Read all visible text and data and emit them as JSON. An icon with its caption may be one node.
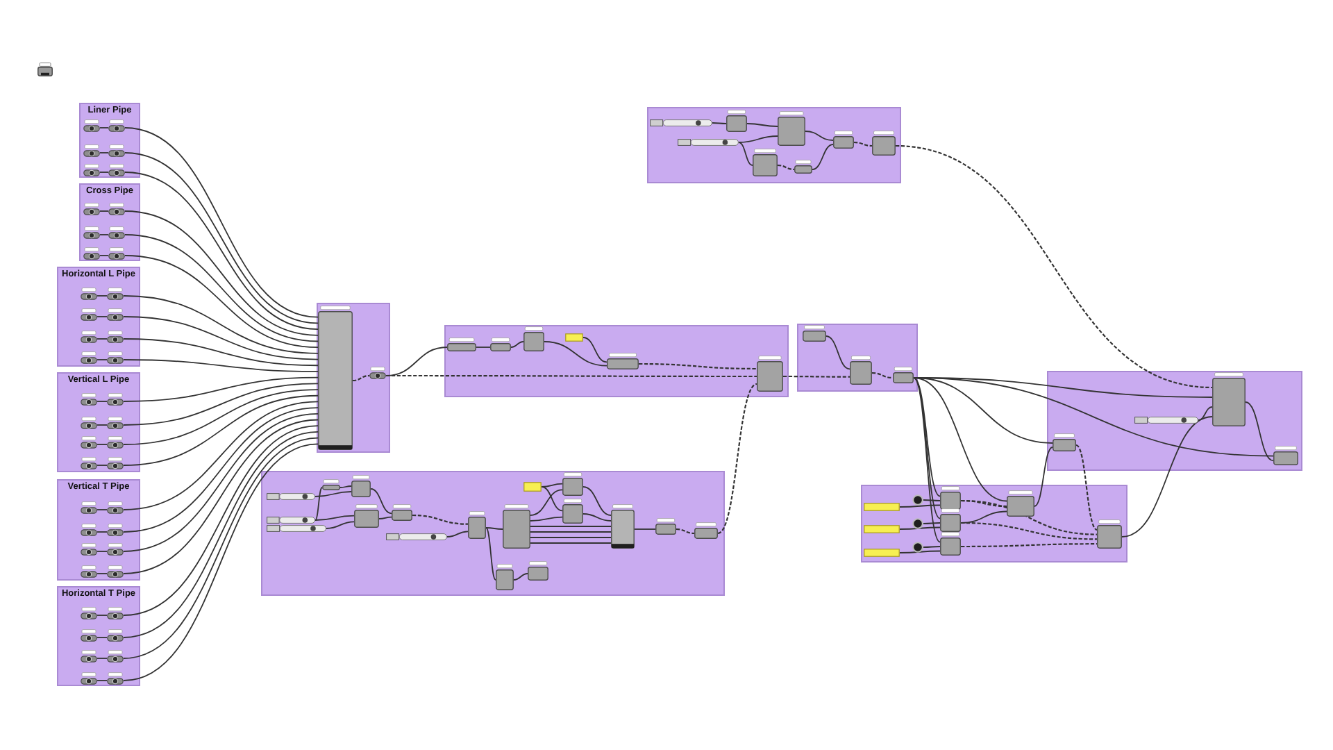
{
  "diagram": {
    "nodes": [
      {
        "text": [
          "Liner Pipe"
        ]
      },
      {
        "text": [],
        "shape": "box",
        "in": 0
      },
      {
        "text": [],
        "shape": "box",
        "in": 0
      },
      {
        "text": [],
        "shape": "box",
        "in": 0
      },
      {
        "text": [],
        "shape": "box",
        "in": 0
      },
      {
        "text": [],
        "shape": "box",
        "in": 0
      },
      {
        "text": [],
        "shape": "box",
        "in": 0
      },
      {
        "text": [
          "Cross Pipe"
        ]
      },
      {
        "text": [],
        "shape": "box",
        "in": 7
      },
      {
        "text": [],
        "shape": "box",
        "in": 7
      },
      {
        "text": [],
        "shape": "box",
        "in": 7
      },
      {
        "text": [],
        "shape": "box",
        "in": 7
      },
      {
        "text": [],
        "shape": "box",
        "in": 7
      },
      {
        "text": [],
        "shape": "box",
        "in": 7
      },
      {
        "text": [
          "Horizontal L Pipe"
        ]
      },
      {
        "text": [],
        "shape": "box",
        "in": 14
      },
      {
        "text": [],
        "shape": "box",
        "in": 14
      },
      {
        "text": [],
        "shape": "box",
        "in": 14
      },
      {
        "text": [],
        "shape": "box",
        "in": 14
      },
      {
        "text": [],
        "shape": "box",
        "in": 14
      },
      {
        "text": [],
        "shape": "box",
        "in": 14
      },
      {
        "text": [],
        "shape": "box",
        "in": 14
      },
      {
        "text": [],
        "shape": "box",
        "in": 14
      },
      {
        "text": [
          "Vertical L Pipe"
        ]
      },
      {
        "text": [],
        "shape": "box",
        "in": 23
      },
      {
        "text": [],
        "shape": "box",
        "in": 23
      },
      {
        "text": [],
        "shape": "box",
        "in": 23
      },
      {
        "text": [],
        "shape": "box",
        "in": 23
      },
      {
        "text": [],
        "shape": "box",
        "in": 23
      },
      {
        "text": [],
        "shape": "box",
        "in": 23
      },
      {
        "text": [],
        "shape": "box",
        "in": 23
      },
      {
        "text": [],
        "shape": "box",
        "in": 23
      },
      {
        "text": [
          "Vertical T Pipe"
        ]
      },
      {
        "text": [],
        "shape": "box",
        "in": 32
      },
      {
        "text": [],
        "shape": "box",
        "in": 32
      },
      {
        "text": [],
        "shape": "box",
        "in": 32
      },
      {
        "text": [],
        "shape": "box",
        "in": 32
      },
      {
        "text": [],
        "shape": "box",
        "in": 32
      },
      {
        "text": [],
        "shape": "box",
        "in": 32
      },
      {
        "text": [],
        "shape": "box",
        "in": 32
      },
      {
        "text": [],
        "shape": "box",
        "in": 32
      },
      {
        "text": [
          "Horizontal T Pipe"
        ]
      },
      {
        "text": [],
        "shape": "box",
        "in": 41
      },
      {
        "text": [],
        "shape": "box",
        "in": 41
      },
      {
        "text": [],
        "shape": "box",
        "in": 41
      },
      {
        "text": [],
        "shape": "box",
        "in": 41
      },
      {
        "text": [],
        "shape": "box",
        "in": 41
      },
      {
        "text": [],
        "shape": "box",
        "in": 41
      },
      {
        "text": [],
        "shape": "box",
        "in": 41
      },
      {
        "text": [],
        "shape": "box",
        "in": 41
      },
      {
        "text": [],
        "shape": "box"
      },
      {
        "text": [],
        "shape": "box",
        "in": 50
      },
      {
        "text": [],
        "shape": "box",
        "in": 50
      },
      {
        "text": [],
        "shape": "box"
      },
      {
        "text": [],
        "shape": "bar",
        "in": 53
      },
      {
        "text": [],
        "shape": "box",
        "in": 53
      },
      {
        "text": [],
        "shape": "box",
        "in": 53
      },
      {
        "text": [],
        "shape": "bar",
        "in": 53
      },
      {
        "text": [],
        "shape": "box",
        "in": 53
      },
      {
        "text": [],
        "shape": "box",
        "in": 53
      },
      {
        "text": [],
        "shape": "box",
        "in": 53
      },
      {
        "text": [],
        "shape": "box",
        "in": 53
      },
      {
        "text": [],
        "shape": "box"
      },
      {
        "text": [],
        "shape": "box",
        "in": 62
      },
      {
        "text": [],
        "shape": "box",
        "in": 62
      },
      {
        "text": [],
        "shape": "box",
        "in": 62
      },
      {
        "text": [],
        "shape": "box",
        "in": 62
      },
      {
        "text": [],
        "shape": "box",
        "in": 62
      },
      {
        "text": [],
        "shape": "box",
        "in": 62
      },
      {
        "text": [],
        "shape": "box"
      },
      {
        "text": [],
        "shape": "box",
        "in": 69
      },
      {
        "text": [],
        "shape": "box",
        "in": 69
      },
      {
        "text": [],
        "shape": "box",
        "in": 69
      },
      {
        "text": [],
        "shape": "box"
      },
      {
        "text": [],
        "shape": "bar",
        "in": 73
      },
      {
        "text": [],
        "shape": "box",
        "in": 73
      },
      {
        "text": [],
        "shape": "box",
        "in": 73
      },
      {
        "text": [],
        "shape": "bar",
        "in": 73
      },
      {
        "text": [],
        "shape": "bar",
        "in": 73
      },
      {
        "text": [],
        "shape": "box",
        "in": 73
      },
      {
        "text": [],
        "shape": "box",
        "in": 73
      },
      {
        "text": [],
        "shape": "bar",
        "in": 73
      },
      {
        "text": [],
        "shape": "box",
        "in": 73
      },
      {
        "text": [],
        "shape": "box",
        "in": 73
      },
      {
        "text": [],
        "shape": "box",
        "in": 73
      },
      {
        "text": [],
        "shape": "box",
        "in": 73
      },
      {
        "text": [],
        "shape": "box",
        "in": 73
      },
      {
        "text": [],
        "shape": "box",
        "in": 73
      },
      {
        "text": [],
        "shape": "box",
        "in": 73
      },
      {
        "text": [],
        "shape": "box",
        "in": 73
      },
      {
        "text": [],
        "shape": "box",
        "in": 73
      },
      {
        "text": [],
        "shape": "box",
        "in": 73
      },
      {
        "text": [],
        "shape": "box"
      },
      {
        "text": [],
        "shape": "box",
        "in": 92
      },
      {
        "text": [],
        "shape": "bar",
        "in": 92
      },
      {
        "text": [],
        "shape": "box",
        "in": 92
      },
      {
        "text": [],
        "shape": "box",
        "in": 92
      },
      {
        "text": [],
        "shape": "box"
      },
      {
        "text": [],
        "shape": "box",
        "in": 97
      },
      {
        "text": [],
        "shape": "circle",
        "in": 97
      },
      {
        "text": [],
        "shape": "box",
        "in": 97
      },
      {
        "text": [],
        "shape": "box",
        "in": 97
      },
      {
        "text": [],
        "shape": "circle",
        "in": 97
      },
      {
        "text": [],
        "shape": "box",
        "in": 97
      },
      {
        "text": [],
        "shape": "box",
        "in": 97
      },
      {
        "text": [],
        "shape": "circle",
        "in": 97
      },
      {
        "text": [],
        "shape": "box",
        "in": 97
      },
      {
        "text": [],
        "shape": "box",
        "in": 97
      },
      {
        "text": [],
        "shape": "box",
        "in": 97
      }
    ],
    "edges": [
      {
        "from": 1,
        "to": 2,
        "arrow": "none"
      },
      {
        "from": 2,
        "to": 51,
        "arrow": "none"
      },
      {
        "from": 3,
        "to": 4,
        "arrow": "none"
      },
      {
        "from": 4,
        "to": 51,
        "arrow": "none"
      },
      {
        "from": 5,
        "to": 6,
        "arrow": "none"
      },
      {
        "from": 6,
        "to": 51,
        "arrow": "none"
      },
      {
        "from": 8,
        "to": 9,
        "arrow": "none"
      },
      {
        "from": 9,
        "to": 51,
        "arrow": "none"
      },
      {
        "from": 10,
        "to": 11,
        "arrow": "none"
      },
      {
        "from": 11,
        "to": 51,
        "arrow": "none"
      },
      {
        "from": 12,
        "to": 13,
        "arrow": "none"
      },
      {
        "from": 13,
        "to": 51,
        "arrow": "none"
      },
      {
        "from": 15,
        "to": 16,
        "arrow": "none"
      },
      {
        "from": 16,
        "to": 51,
        "arrow": "none"
      },
      {
        "from": 17,
        "to": 18,
        "arrow": "none"
      },
      {
        "from": 18,
        "to": 51,
        "arrow": "none"
      },
      {
        "from": 19,
        "to": 20,
        "arrow": "none"
      },
      {
        "from": 20,
        "to": 51,
        "arrow": "none"
      },
      {
        "from": 21,
        "to": 22,
        "arrow": "none"
      },
      {
        "from": 22,
        "to": 51,
        "arrow": "none"
      },
      {
        "from": 24,
        "to": 25,
        "arrow": "none"
      },
      {
        "from": 25,
        "to": 51,
        "arrow": "none"
      },
      {
        "from": 26,
        "to": 27,
        "arrow": "none"
      },
      {
        "from": 27,
        "to": 51,
        "arrow": "none"
      },
      {
        "from": 28,
        "to": 29,
        "arrow": "none"
      },
      {
        "from": 29,
        "to": 51,
        "arrow": "none"
      },
      {
        "from": 30,
        "to": 31,
        "arrow": "none"
      },
      {
        "from": 31,
        "to": 51,
        "arrow": "none"
      },
      {
        "from": 33,
        "to": 34,
        "arrow": "none"
      },
      {
        "from": 34,
        "to": 51,
        "arrow": "none"
      },
      {
        "from": 35,
        "to": 36,
        "arrow": "none"
      },
      {
        "from": 36,
        "to": 51,
        "arrow": "none"
      },
      {
        "from": 37,
        "to": 38,
        "arrow": "none"
      },
      {
        "from": 38,
        "to": 51,
        "arrow": "none"
      },
      {
        "from": 39,
        "to": 40,
        "arrow": "none"
      },
      {
        "from": 40,
        "to": 51,
        "arrow": "none"
      },
      {
        "from": 42,
        "to": 43,
        "arrow": "none"
      },
      {
        "from": 43,
        "to": 51,
        "arrow": "none"
      },
      {
        "from": 44,
        "to": 45,
        "arrow": "none"
      },
      {
        "from": 45,
        "to": 51,
        "arrow": "none"
      },
      {
        "from": 46,
        "to": 47,
        "arrow": "none"
      },
      {
        "from": 47,
        "to": 51,
        "arrow": "none"
      },
      {
        "from": 48,
        "to": 49,
        "arrow": "none"
      },
      {
        "from": 49,
        "to": 51,
        "arrow": "none"
      },
      {
        "from": 51,
        "to": 52,
        "arrow": "none",
        "style": "dashed"
      },
      {
        "from": 52,
        "to": 63,
        "arrow": "none"
      },
      {
        "from": 52,
        "to": 68,
        "arrow": "none",
        "style": "dashed"
      },
      {
        "from": 63,
        "to": 64,
        "arrow": "none"
      },
      {
        "from": 64,
        "to": 65,
        "arrow": "none"
      },
      {
        "from": 65,
        "to": 67,
        "arrow": "none"
      },
      {
        "from": 66,
        "to": 67,
        "arrow": "none"
      },
      {
        "from": 67,
        "to": 68,
        "arrow": "none",
        "style": "dashed"
      },
      {
        "from": 89,
        "to": 68,
        "arrow": "none",
        "style": "dashed"
      },
      {
        "from": 68,
        "to": 71,
        "arrow": "none",
        "style": "dashed"
      },
      {
        "from": 70,
        "to": 71,
        "arrow": "none"
      },
      {
        "from": 71,
        "to": 72,
        "arrow": "none",
        "style": "dashed"
      },
      {
        "from": 54,
        "to": 55,
        "arrow": "none"
      },
      {
        "from": 55,
        "to": 56,
        "arrow": "none"
      },
      {
        "from": 57,
        "to": 56,
        "arrow": "none"
      },
      {
        "from": 57,
        "to": 58,
        "arrow": "none"
      },
      {
        "from": 58,
        "to": 59,
        "arrow": "none",
        "style": "dashed"
      },
      {
        "from": 56,
        "to": 60,
        "arrow": "none"
      },
      {
        "from": 59,
        "to": 60,
        "arrow": "none"
      },
      {
        "from": 60,
        "to": 61,
        "arrow": "none",
        "style": "dashed"
      },
      {
        "from": 61,
        "to": 93,
        "arrow": "none",
        "style": "dashed"
      },
      {
        "from": 72,
        "to": 93,
        "arrow": "none"
      },
      {
        "from": 72,
        "to": 95,
        "arrow": "none"
      },
      {
        "from": 72,
        "to": 96,
        "arrow": "none"
      },
      {
        "from": 72,
        "to": 100,
        "arrow": "none"
      },
      {
        "from": 72,
        "to": 103,
        "arrow": "none"
      },
      {
        "from": 72,
        "to": 106,
        "arrow": "none"
      },
      {
        "from": 72,
        "to": 107,
        "arrow": "none"
      },
      {
        "from": 74,
        "to": 76,
        "arrow": "none"
      },
      {
        "from": 75,
        "to": 76,
        "arrow": "none"
      },
      {
        "from": 77,
        "to": 75,
        "arrow": "none"
      },
      {
        "from": 77,
        "to": 79,
        "arrow": "none"
      },
      {
        "from": 78,
        "to": 79,
        "arrow": "none"
      },
      {
        "from": 76,
        "to": 80,
        "arrow": "none"
      },
      {
        "from": 79,
        "to": 80,
        "arrow": "none"
      },
      {
        "from": 80,
        "to": 82,
        "arrow": "none",
        "style": "dashed"
      },
      {
        "from": 81,
        "to": 82,
        "arrow": "none"
      },
      {
        "from": 82,
        "to": 83,
        "arrow": "none"
      },
      {
        "from": 82,
        "to": 90,
        "arrow": "none"
      },
      {
        "from": 90,
        "to": 91,
        "arrow": "none"
      },
      {
        "from": 84,
        "to": 85,
        "arrow": "none"
      },
      {
        "from": 84,
        "to": 86,
        "arrow": "none"
      },
      {
        "from": 83,
        "to": 85,
        "arrow": "none"
      },
      {
        "from": 83,
        "to": 86,
        "arrow": "none"
      },
      {
        "from": 83,
        "to": 87,
        "arrow": "none"
      },
      {
        "from": 83,
        "to": 87,
        "arrow": "none"
      },
      {
        "from": 83,
        "to": 87,
        "arrow": "none"
      },
      {
        "from": 83,
        "to": 87,
        "arrow": "none"
      },
      {
        "from": 85,
        "to": 87,
        "arrow": "none"
      },
      {
        "from": 86,
        "to": 87,
        "arrow": "none"
      },
      {
        "from": 87,
        "to": 88,
        "arrow": "none"
      },
      {
        "from": 88,
        "to": 89,
        "arrow": "none",
        "style": "dashed"
      },
      {
        "from": 98,
        "to": 100,
        "arrow": "none"
      },
      {
        "from": 99,
        "to": 100,
        "arrow": "none"
      },
      {
        "from": 101,
        "to": 103,
        "arrow": "none"
      },
      {
        "from": 102,
        "to": 103,
        "arrow": "none"
      },
      {
        "from": 104,
        "to": 106,
        "arrow": "none"
      },
      {
        "from": 105,
        "to": 106,
        "arrow": "none"
      },
      {
        "from": 100,
        "to": 107,
        "arrow": "none",
        "style": "dashed"
      },
      {
        "from": 103,
        "to": 107,
        "arrow": "none"
      },
      {
        "from": 100,
        "to": 108,
        "arrow": "none",
        "style": "dashed"
      },
      {
        "from": 103,
        "to": 108,
        "arrow": "none",
        "style": "dashed"
      },
      {
        "from": 106,
        "to": 108,
        "arrow": "none",
        "style": "dashed"
      },
      {
        "from": 107,
        "to": 95,
        "arrow": "none"
      },
      {
        "from": 95,
        "to": 108,
        "arrow": "none",
        "style": "dashed"
      },
      {
        "from": 108,
        "to": 93,
        "arrow": "none"
      },
      {
        "from": 94,
        "to": 93,
        "arrow": "none"
      },
      {
        "from": 93,
        "to": 96,
        "arrow": "none"
      }
    ]
  }
}
